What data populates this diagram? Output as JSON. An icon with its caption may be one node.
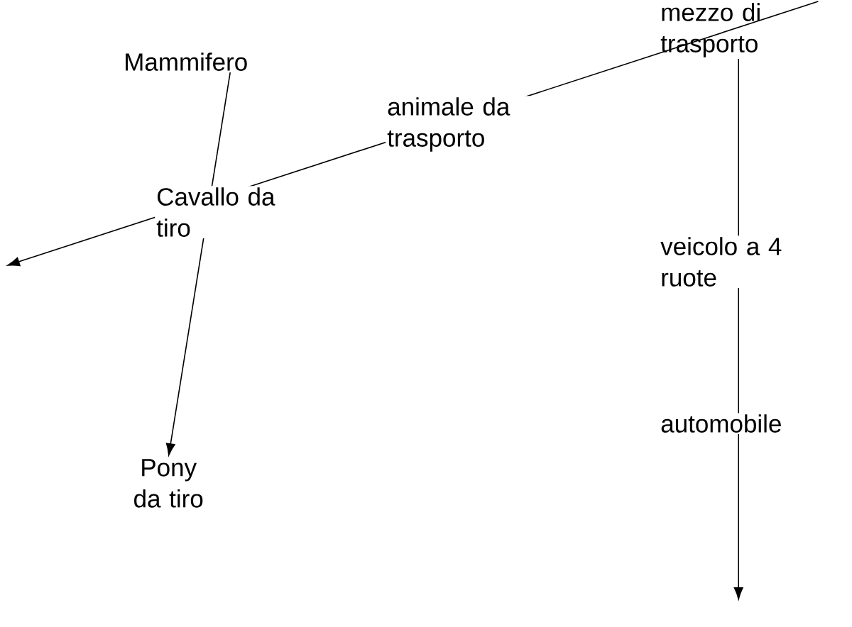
{
  "diagram": {
    "nodes": [
      {
        "text": [
          "Mammifero"
        ]
      },
      {
        "text": [
          "Pony da tiro"
        ]
      },
      {
        "text": [
          "mezzo di trasporto"
        ]
      }
    ],
    "edges": [
      {
        "from": 0,
        "to": 1,
        "arrow": "to"
      },
      {
        "from": 2,
        "to": null,
        "arrow": "to"
      },
      {
        "from": 2,
        "to": null,
        "arrow": "to"
      }
    ],
    "labels": [
      "animale da trasporto",
      "Cavallo da tiro",
      "veicolo a 4 ruote",
      "automobile"
    ]
  }
}
